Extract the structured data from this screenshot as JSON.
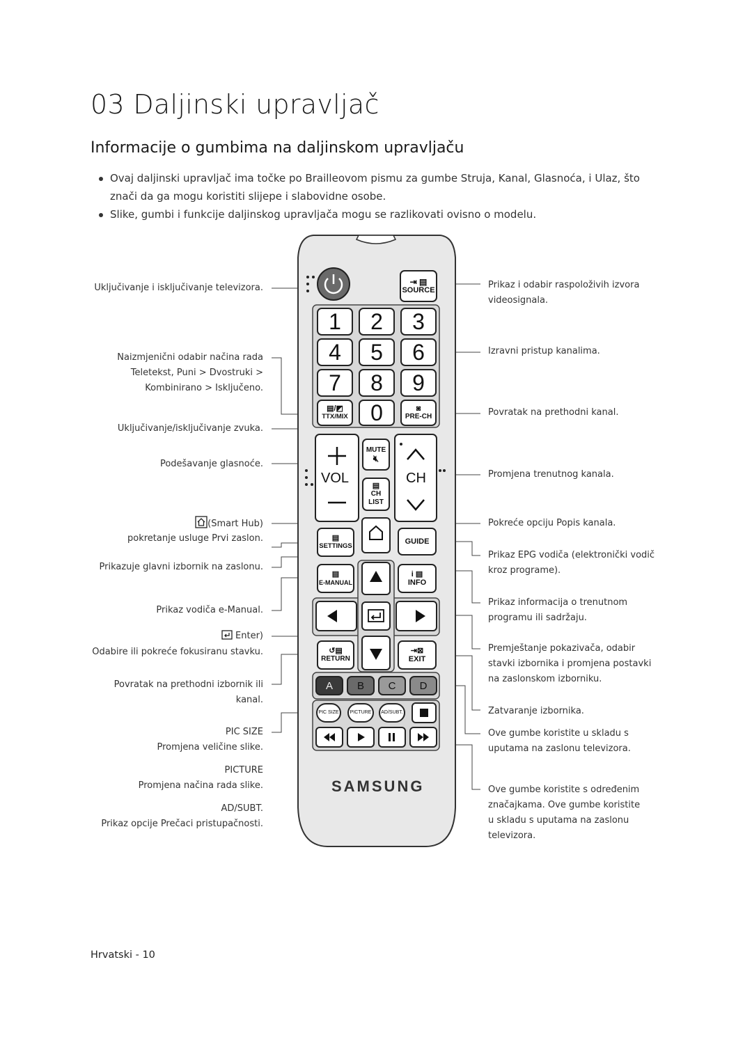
{
  "page": {
    "title": "03  Daljinski upravljač",
    "subtitle": "Informacije o gumbima na daljinskom upravljaču",
    "bullets": [
      "Ovaj daljinski upravljač ima točke po Brailleovom pismu za gumbe Struja, Kanal, Glasnoća, i Ulaz, što znači da ga mogu koristiti slijepe i slabovidne osobe.",
      "Slike, gumbi i funkcije daljinskog upravljača mogu se razlikovati ovisno o modelu."
    ],
    "footer": "Hrvatski - 10"
  },
  "labels_left": {
    "power": "Uključivanje i isključivanje televizora.",
    "ttx_1": "Naizmjenični odabir načina rada",
    "ttx_2": "Teletekst, Puni > Dvostruki >",
    "ttx_3": "Kombinirano > Isključeno.",
    "mute": "Uključivanje/isključivanje zvuka.",
    "vol": "Podešavanje glasnoće.",
    "smarthub_1": "(Smart Hub)",
    "smarthub_2": "pokretanje usluge Prvi zaslon.",
    "settings": "Prikazuje glavni izbornik na zaslonu.",
    "emanual": "Prikaz vodiča e-Manual.",
    "enter_1": "Enter)",
    "enter_2": "Odabire ili pokreće fokusiranu stavku.",
    "return_1": "Povratak na prethodni izbornik ili",
    "return_2": "kanal.",
    "picsize_title": "PIC SIZE",
    "picsize_desc": "Promjena veličine slike.",
    "picture_title": "PICTURE",
    "picture_desc": "Promjena načina rada slike.",
    "adsubt_title": "AD/SUBT.",
    "adsubt_desc": "Prikaz opcije Prečaci pristupačnosti."
  },
  "labels_right": {
    "source_1": "Prikaz i odabir raspoloživih izvora",
    "source_2": "videosignala.",
    "numbers": "Izravni pristup kanalima.",
    "prech": "Povratak na prethodni kanal.",
    "ch": "Promjena trenutnog kanala.",
    "chlist": "Pokreće opciju Popis kanala.",
    "guide_1": "Prikaz EPG vodiča (elektronički vodič",
    "guide_2": "kroz programe).",
    "info_1": "Prikaz informacija o trenutnom",
    "info_2": "programu ili sadržaju.",
    "nav_1": "Premještanje pokazivača, odabir",
    "nav_2": "stavki izbornika i promjena postavki",
    "nav_3": "na zaslonskom izborniku.",
    "exit": "Zatvaranje izbornika.",
    "color_1": "Ove gumbe koristite u skladu s",
    "color_2": "uputama na zaslonu televizora.",
    "media_1": "Ove gumbe koristite s određenim",
    "media_2": "značajkama. Ove gumbe koristite",
    "media_3": "u skladu s uputama na zaslonu",
    "media_4": "televizora."
  },
  "remote": {
    "source": "SOURCE",
    "digits": [
      "1",
      "2",
      "3",
      "4",
      "5",
      "6",
      "7",
      "8",
      "9",
      "0"
    ],
    "ttx": "TTX/MIX",
    "prech": "PRE-CH",
    "vol": "VOL",
    "ch": "CH",
    "mute": "MUTE",
    "chlist_1": "CH",
    "chlist_2": "LIST",
    "settings": "SETTINGS",
    "guide": "GUIDE",
    "emanual": "E-MANUAL",
    "info": "INFO",
    "return": "RETURN",
    "exit": "EXIT",
    "colors": [
      "A",
      "B",
      "C",
      "D"
    ],
    "color_values": [
      "#3a3a3a",
      "#6a6a6a",
      "#9a9a9a",
      "#8a8a8a"
    ],
    "picsize": "PIC SIZE",
    "picture": "PICTURE",
    "adsubt": "AD/SUBT.",
    "brand": "SAMSUNG"
  }
}
